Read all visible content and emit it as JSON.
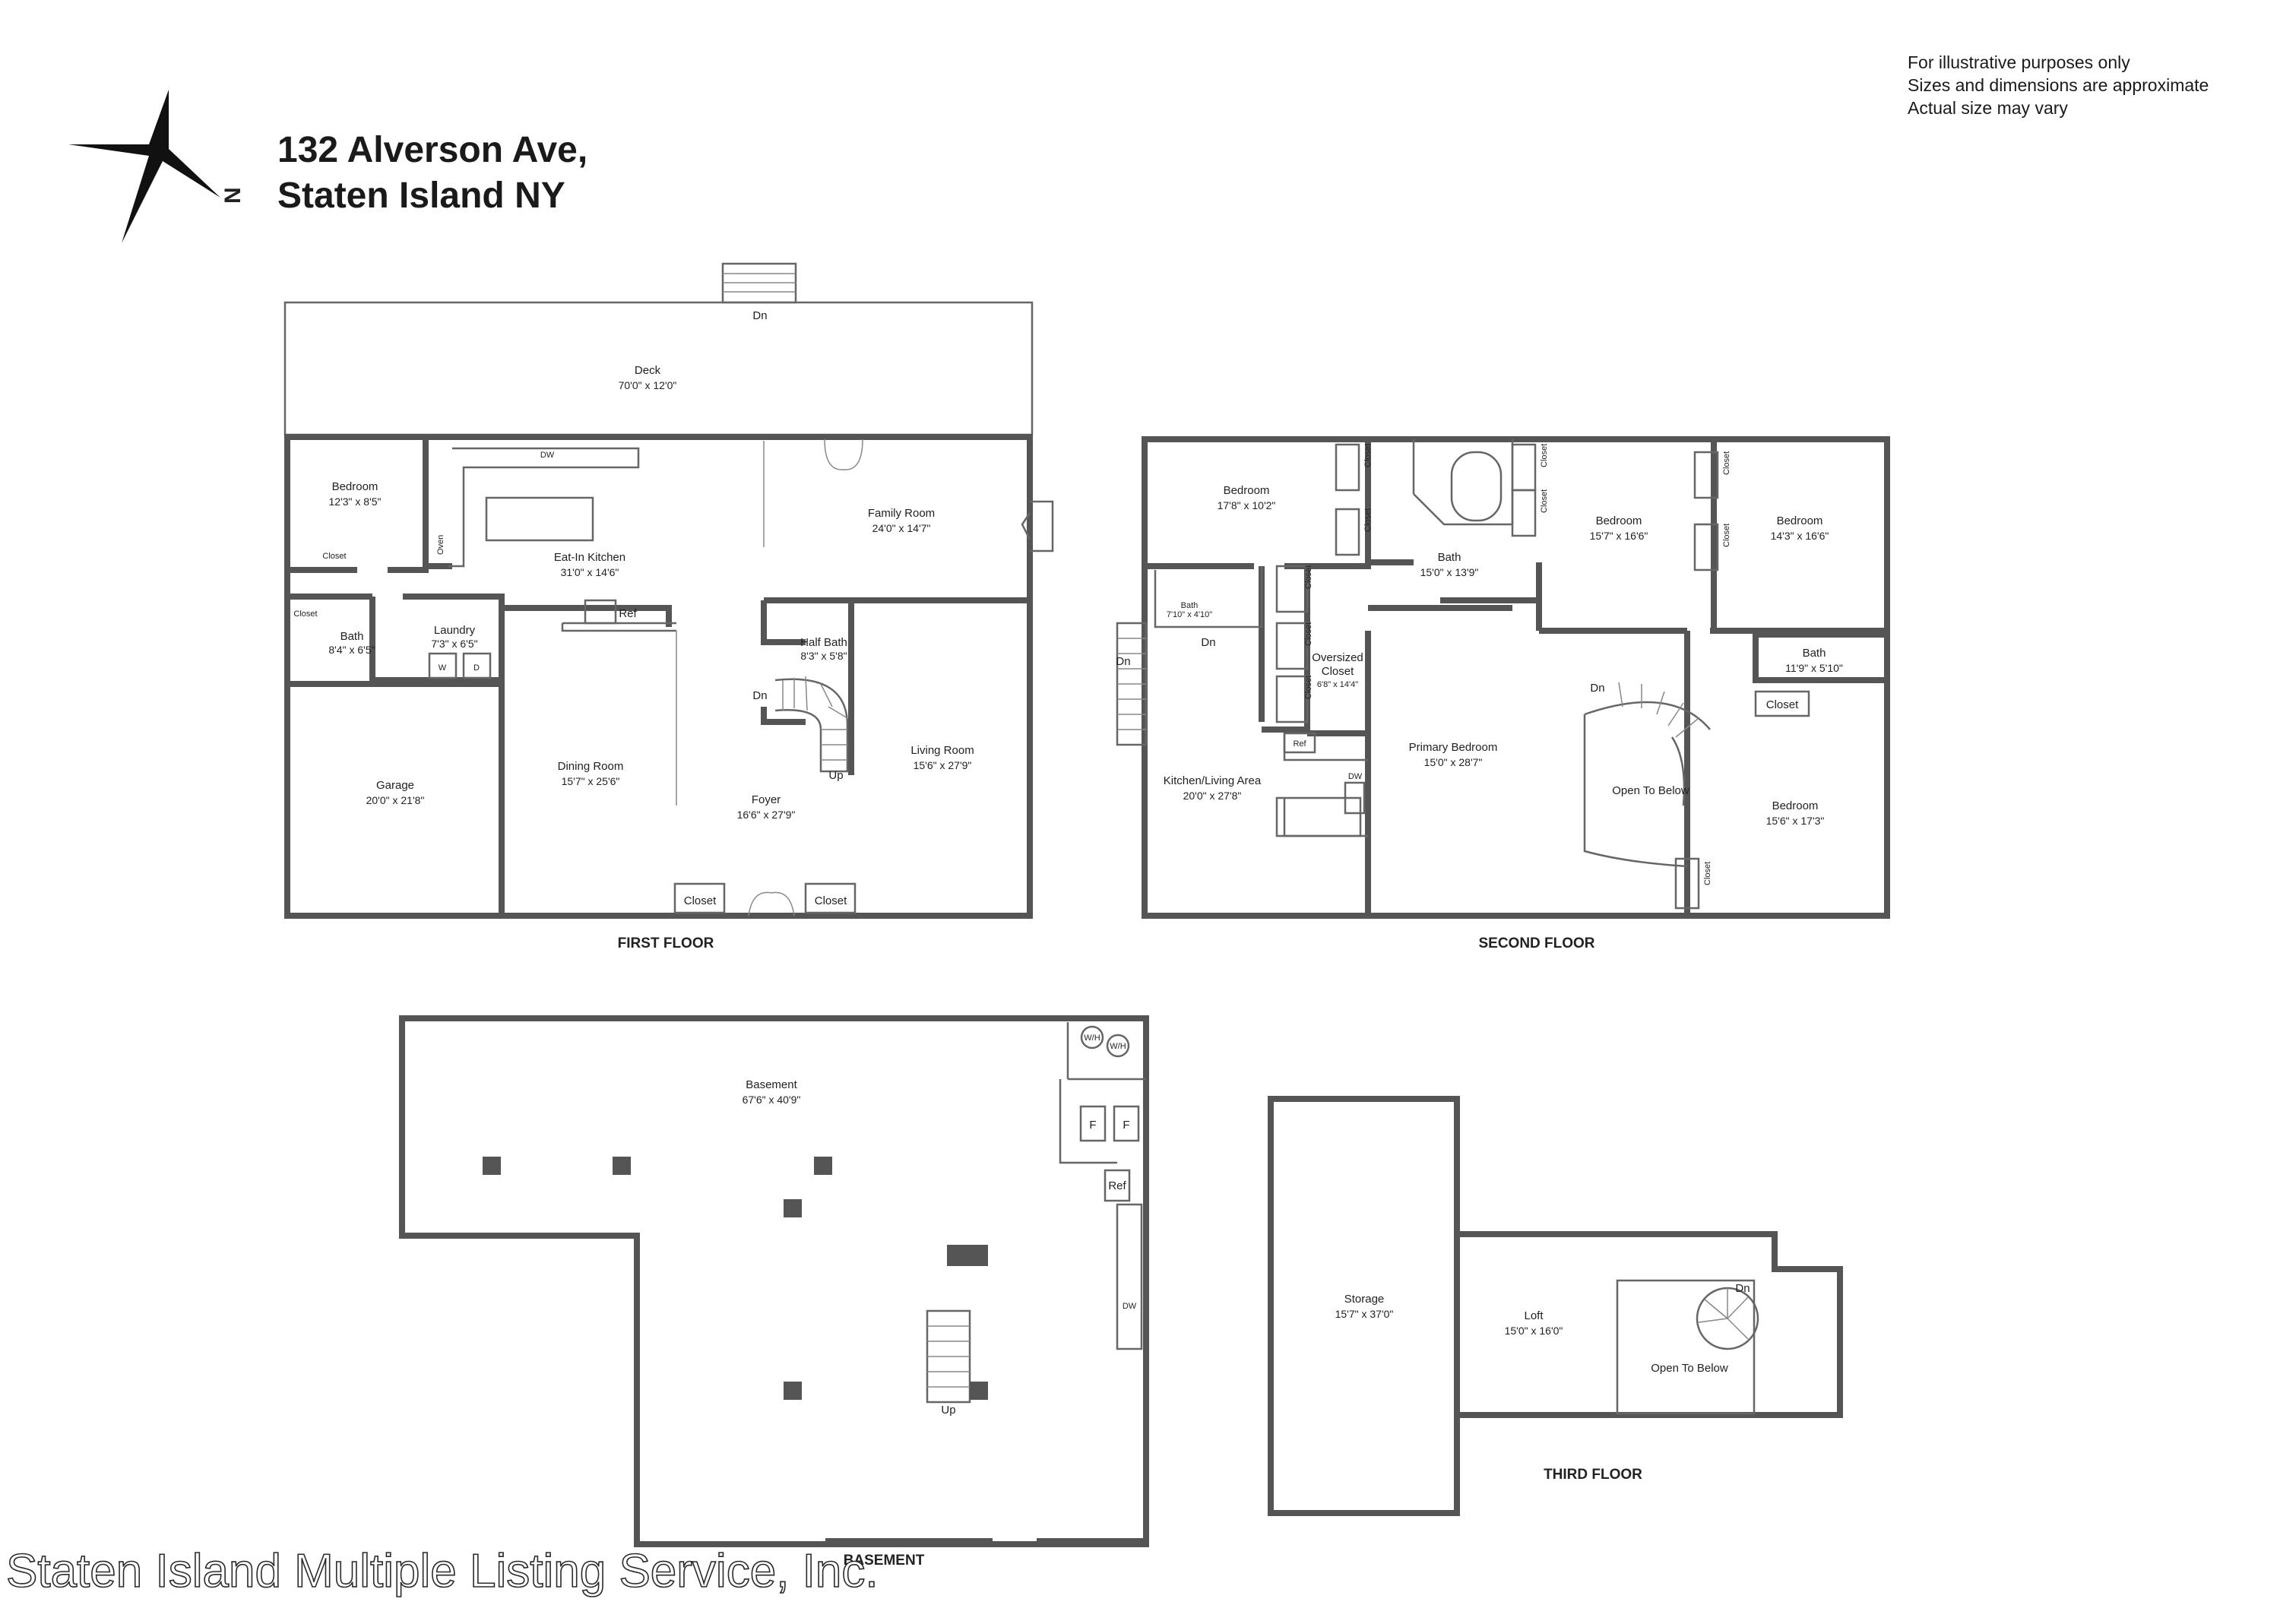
{
  "title": {
    "line1": "132 Alverson Ave,",
    "line2": "Staten Island NY"
  },
  "compass": {
    "icon": "north-arrow-icon",
    "label": "N"
  },
  "disclaimer": [
    "For illustrative purposes only",
    "Sizes and dimensions are approximate",
    "Actual size may vary"
  ],
  "watermark": "Staten Island Multiple Listing Service, Inc.",
  "first_floor": {
    "label": "FIRST FLOOR",
    "rooms": {
      "deck": {
        "name": "Deck",
        "dim": "70'0\" x 12'0\""
      },
      "bedroom": {
        "name": "Bedroom",
        "dim": "12'3\" x 8'5\""
      },
      "kitchen": {
        "name": "Eat-In Kitchen",
        "dim": "31'0\" x 14'6\""
      },
      "family": {
        "name": "Family Room",
        "dim": "24'0\" x 14'7\""
      },
      "bath": {
        "name": "Bath",
        "dim": "8'4\" x 6'5\""
      },
      "laundry": {
        "name": "Laundry",
        "dim": "7'3\" x 6'5\""
      },
      "half_bath": {
        "name": "Half Bath",
        "dim": "8'3\" x 5'8\""
      },
      "garage": {
        "name": "Garage",
        "dim": "20'0\" x 21'8\""
      },
      "dining": {
        "name": "Dining Room",
        "dim": "15'7\" x 25'6\""
      },
      "foyer": {
        "name": "Foyer",
        "dim": "16'6\" x 27'9\""
      },
      "living": {
        "name": "Living Room",
        "dim": "15'6\" x 27'9\""
      }
    },
    "fixtures": {
      "closet": "Closet",
      "ref": "Ref",
      "dw": "DW",
      "oven": "Oven",
      "washer": "W",
      "dryer": "D",
      "dn": "Dn",
      "up": "Up"
    }
  },
  "second_floor": {
    "label": "SECOND FLOOR",
    "rooms": {
      "bedroom1": {
        "name": "Bedroom",
        "dim": "17'8\" x 10'2\""
      },
      "bath1": {
        "name": "Bath",
        "dim": "15'0\" x 13'9\""
      },
      "bedroom2": {
        "name": "Bedroom",
        "dim": "15'7\" x 16'6\""
      },
      "bedroom3": {
        "name": "Bedroom",
        "dim": "14'3\" x 16'6\""
      },
      "small_bath": {
        "name": "Bath",
        "dim": "7'10\" x 4'10\""
      },
      "oversized_closet": {
        "name": "Oversized Closet",
        "dim": "6'8\" x 14'4\""
      },
      "bath2": {
        "name": "Bath",
        "dim": "11'9\" x 5'10\""
      },
      "kitchen_living": {
        "name": "Kitchen/Living Area",
        "dim": "20'0\" x 27'8\""
      },
      "primary": {
        "name": "Primary Bedroom",
        "dim": "15'0\" x 28'7\""
      },
      "open_below": {
        "name": "Open To Below"
      },
      "bedroom4": {
        "name": "Bedroom",
        "dim": "15'6\" x 17'3\""
      }
    },
    "fixtures": {
      "closet": "Closet",
      "ref": "Ref",
      "dw": "DW",
      "dn": "Dn"
    }
  },
  "basement": {
    "label": "BASEMENT",
    "rooms": {
      "basement": {
        "name": "Basement",
        "dim": "67'6\" x 40'9\""
      }
    },
    "fixtures": {
      "wh": "W/H",
      "furnace": "F",
      "ref": "Ref",
      "dw": "DW",
      "up": "Up"
    }
  },
  "third_floor": {
    "label": "THIRD FLOOR",
    "rooms": {
      "storage": {
        "name": "Storage",
        "dim": "15'7\" x 37'0\""
      },
      "loft": {
        "name": "Loft",
        "dim": "15'0\" x 16'0\""
      },
      "open_below": {
        "name": "Open To Below"
      }
    },
    "fixtures": {
      "dn": "Dn"
    }
  }
}
